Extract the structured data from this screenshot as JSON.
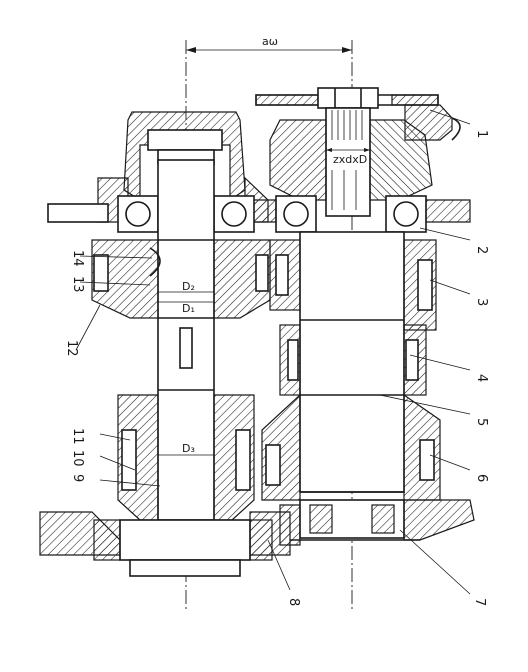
{
  "labels": {
    "center_distance": "aω",
    "spline": "zxdxD",
    "d2": "D₂",
    "d1": "D₁",
    "d3": "D₃"
  },
  "callouts": [
    "1",
    "2",
    "3",
    "4",
    "5",
    "6",
    "7",
    "8",
    "9",
    "10",
    "11",
    "12",
    "13",
    "14"
  ]
}
